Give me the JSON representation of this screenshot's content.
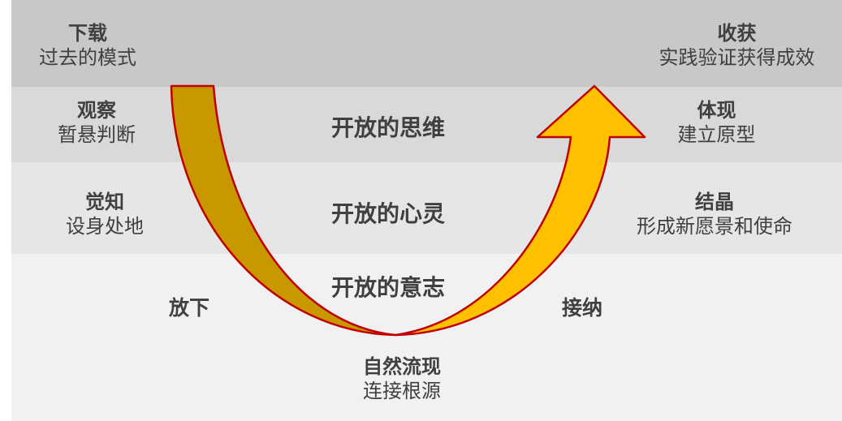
{
  "stages": {
    "download": {
      "title": "下载",
      "sub": "过去的模式"
    },
    "observe": {
      "title": "观察",
      "sub": "暂悬判断"
    },
    "sense": {
      "title": "觉知",
      "sub": "设身处地"
    },
    "harvest": {
      "title": "收获",
      "sub": "实践验证获得成效"
    },
    "embody": {
      "title": "体现",
      "sub": "建立原型"
    },
    "crystallize": {
      "title": "结晶",
      "sub": "形成新愿景和使命"
    },
    "emerge": {
      "title": "自然流现",
      "sub": "连接根源"
    }
  },
  "center": {
    "open_mind": "开放的思维",
    "open_heart": "开放的心灵",
    "open_will": "开放的意志"
  },
  "sides": {
    "let_go": "放下",
    "let_come": "接纳"
  },
  "colors": {
    "band1": "#c8c8c8",
    "band2": "#d9d9d9",
    "band3": "#e6e6e6",
    "band4": "#f1f1f1",
    "arrow_left": "#c99700",
    "arrow_right": "#ffc000",
    "outline": "#c00000",
    "text": "#404040"
  }
}
